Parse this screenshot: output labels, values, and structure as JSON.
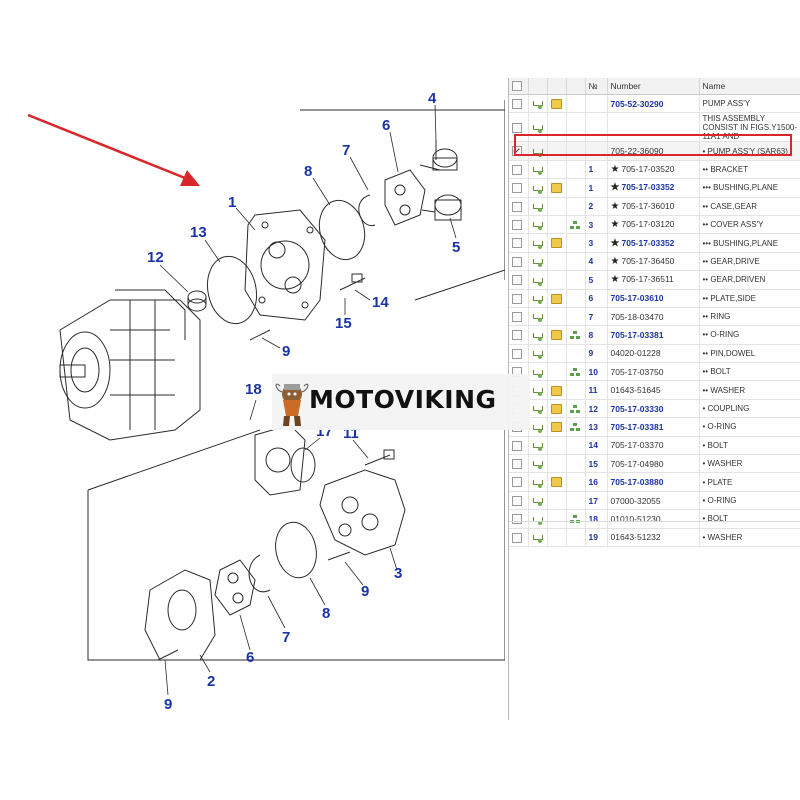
{
  "diagram": {
    "callouts": [
      {
        "id": "4",
        "text": "4"
      },
      {
        "id": "6a",
        "text": "6"
      },
      {
        "id": "7a",
        "text": "7"
      },
      {
        "id": "8a",
        "text": "8"
      },
      {
        "id": "1",
        "text": "1"
      },
      {
        "id": "13",
        "text": "13"
      },
      {
        "id": "12",
        "text": "12"
      },
      {
        "id": "5",
        "text": "5"
      },
      {
        "id": "14",
        "text": "14"
      },
      {
        "id": "15",
        "text": "15"
      },
      {
        "id": "9a",
        "text": "9"
      },
      {
        "id": "18",
        "text": "18"
      },
      {
        "id": "17",
        "text": "17"
      },
      {
        "id": "11",
        "text": "11"
      },
      {
        "id": "3",
        "text": "3"
      },
      {
        "id": "9b",
        "text": "9"
      },
      {
        "id": "8b",
        "text": "8"
      },
      {
        "id": "7b",
        "text": "7"
      },
      {
        "id": "6b",
        "text": "6"
      },
      {
        "id": "2",
        "text": "2"
      },
      {
        "id": "9c",
        "text": "9"
      }
    ]
  },
  "table": {
    "headers": {
      "no": "№",
      "number": "Number",
      "name": "Name"
    },
    "rows": [
      {
        "checked": false,
        "box": true,
        "tree": false,
        "no": "",
        "star": false,
        "number": "705-52-30290",
        "link": true,
        "name": "PUMP ASS'Y"
      },
      {
        "checked": false,
        "box": false,
        "tree": false,
        "no": "",
        "star": false,
        "number": "",
        "link": false,
        "name": "THIS ASSEMBLY CONSIST IN FIGS.Y1500-11A1 AND"
      },
      {
        "checked": true,
        "box": false,
        "tree": false,
        "no": "",
        "star": false,
        "number": "705-22-36090",
        "link": false,
        "name": "• PUMP ASS'Y (SAR63)"
      },
      {
        "checked": false,
        "box": false,
        "tree": false,
        "no": "1",
        "star": true,
        "number": "705-17-03520",
        "link": false,
        "name": "•• BRACKET"
      },
      {
        "checked": false,
        "box": true,
        "tree": false,
        "no": "1",
        "star": true,
        "number": "705-17-03352",
        "link": true,
        "name": "••• BUSHING,PLANE"
      },
      {
        "checked": false,
        "box": false,
        "tree": false,
        "no": "2",
        "star": true,
        "number": "705-17-36010",
        "link": false,
        "name": "•• CASE,GEAR"
      },
      {
        "checked": false,
        "box": false,
        "tree": true,
        "no": "3",
        "star": true,
        "number": "705-17-03120",
        "link": false,
        "name": "•• COVER ASS'Y"
      },
      {
        "checked": false,
        "box": true,
        "tree": false,
        "no": "3",
        "star": true,
        "number": "705-17-03352",
        "link": true,
        "name": "••• BUSHING,PLANE"
      },
      {
        "checked": false,
        "box": false,
        "tree": false,
        "no": "4",
        "star": true,
        "number": "705-17-36450",
        "link": false,
        "name": "•• GEAR,DRIVE"
      },
      {
        "checked": false,
        "box": false,
        "tree": false,
        "no": "5",
        "star": true,
        "number": "705-17-36511",
        "link": false,
        "name": "•• GEAR,DRIVEN"
      },
      {
        "checked": false,
        "box": true,
        "tree": false,
        "no": "6",
        "star": false,
        "number": "705-17-03610",
        "link": true,
        "name": "•• PLATE,SIDE"
      },
      {
        "checked": false,
        "box": false,
        "tree": false,
        "no": "7",
        "star": false,
        "number": "705-18-03470",
        "link": false,
        "name": "•• RING"
      },
      {
        "checked": false,
        "box": true,
        "tree": true,
        "no": "8",
        "star": false,
        "number": "705-17-03381",
        "link": true,
        "name": "•• O-RING"
      },
      {
        "checked": false,
        "box": false,
        "tree": false,
        "no": "9",
        "star": false,
        "number": "04020-01228",
        "link": false,
        "name": "•• PIN,DOWEL"
      },
      {
        "checked": false,
        "box": false,
        "tree": true,
        "no": "10",
        "star": false,
        "number": "705-17-03750",
        "link": false,
        "name": "•• BOLT"
      },
      {
        "checked": false,
        "box": true,
        "tree": false,
        "no": "11",
        "star": false,
        "number": "01643-51645",
        "link": false,
        "name": "•• WASHER"
      },
      {
        "checked": false,
        "box": true,
        "tree": true,
        "no": "12",
        "star": false,
        "number": "705-17-03330",
        "link": true,
        "name": "• COUPLING"
      },
      {
        "checked": false,
        "box": true,
        "tree": true,
        "no": "13",
        "star": false,
        "number": "705-17-03381",
        "link": true,
        "name": "• O-RING"
      },
      {
        "checked": false,
        "box": false,
        "tree": false,
        "no": "14",
        "star": false,
        "number": "705-17-03370",
        "link": false,
        "name": "• BOLT"
      },
      {
        "checked": false,
        "box": false,
        "tree": false,
        "no": "15",
        "star": false,
        "number": "705-17-04980",
        "link": false,
        "name": "• WASHER"
      },
      {
        "checked": false,
        "box": true,
        "tree": false,
        "no": "16",
        "star": false,
        "number": "705-17-03880",
        "link": true,
        "name": "• PLATE"
      },
      {
        "checked": false,
        "box": false,
        "tree": false,
        "no": "17",
        "star": false,
        "number": "07000-32055",
        "link": false,
        "name": "• O-RING"
      },
      {
        "checked": false,
        "box": false,
        "tree": true,
        "no": "18",
        "star": false,
        "number": "01010-51230",
        "link": false,
        "name": "• BOLT"
      },
      {
        "checked": false,
        "box": false,
        "tree": false,
        "no": "19",
        "star": false,
        "number": "01643-51232",
        "link": false,
        "name": "• WASHER"
      }
    ]
  },
  "watermark": {
    "brand": "MOTOVIKING"
  },
  "colors": {
    "callout": "#1a33a6",
    "highlight": "#d9262a",
    "arrow": "#d9262a"
  }
}
